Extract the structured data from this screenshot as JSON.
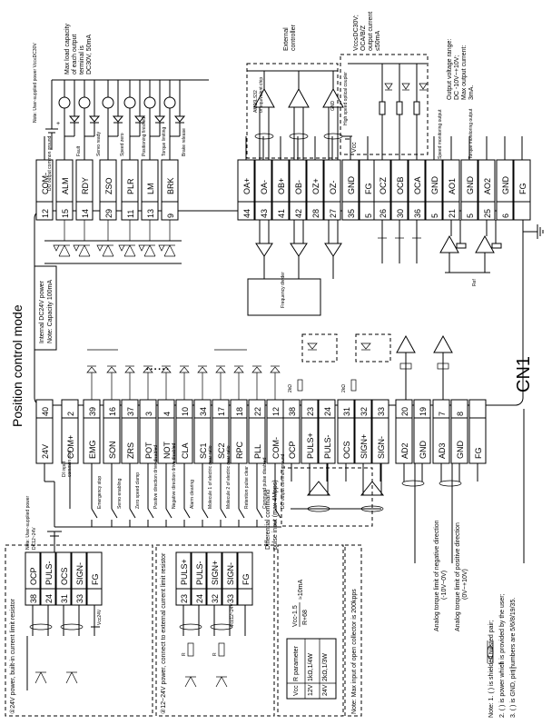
{
  "title": "Position control mode",
  "connector": "CN1",
  "upper_pins": [
    {
      "num": "12",
      "name": "COM-"
    },
    {
      "num": "15",
      "name": "ALM"
    },
    {
      "num": "14",
      "name": "RDY"
    },
    {
      "num": "29",
      "name": "ZSO"
    },
    {
      "num": "11",
      "name": "PLR"
    },
    {
      "num": "13",
      "name": "LM"
    },
    {
      "num": "9",
      "name": "BRK"
    },
    {
      "num": "44",
      "name": "OA+"
    },
    {
      "num": "43",
      "name": "OA-"
    },
    {
      "num": "41",
      "name": "OB+"
    },
    {
      "num": "42",
      "name": "OB-"
    },
    {
      "num": "28",
      "name": "OZ+"
    },
    {
      "num": "27",
      "name": "OZ-"
    },
    {
      "num": "35",
      "name": "GND"
    },
    {
      "num": "5",
      "name": "FG"
    },
    {
      "num": "26",
      "name": "OCZ"
    },
    {
      "num": "30",
      "name": "OCB"
    },
    {
      "num": "36",
      "name": "OCA"
    },
    {
      "num": "5",
      "name": "GND"
    },
    {
      "num": "21",
      "name": "AO1"
    },
    {
      "num": "5",
      "name": "GND"
    },
    {
      "num": "25",
      "name": "AO2"
    },
    {
      "num": "6",
      "name": "GND"
    },
    {
      "num": "",
      "name": "FG"
    }
  ],
  "lower_pins": [
    {
      "num": "40",
      "name": "24V"
    },
    {
      "num": "2",
      "name": "COM+"
    },
    {
      "num": "39",
      "name": "EMG"
    },
    {
      "num": "16",
      "name": "SON"
    },
    {
      "num": "37",
      "name": "ZRS"
    },
    {
      "num": "3",
      "name": "POT"
    },
    {
      "num": "4",
      "name": "NOT"
    },
    {
      "num": "10",
      "name": "CLA"
    },
    {
      "num": "34",
      "name": "SC1"
    },
    {
      "num": "17",
      "name": "SC2"
    },
    {
      "num": "18",
      "name": "RPC"
    },
    {
      "num": "22",
      "name": "PLL"
    },
    {
      "num": "12",
      "name": "COM-"
    },
    {
      "num": "38",
      "name": "OCP"
    },
    {
      "num": "23",
      "name": "PULS+"
    },
    {
      "num": "24",
      "name": "PULS-"
    },
    {
      "num": "31",
      "name": "OCS"
    },
    {
      "num": "32",
      "name": "SIGN+"
    },
    {
      "num": "33",
      "name": "SIGN-"
    },
    {
      "num": "20",
      "name": "AD2"
    },
    {
      "num": "19",
      "name": "GND"
    },
    {
      "num": "7",
      "name": "AD3"
    },
    {
      "num": "8",
      "name": "GND"
    },
    {
      "num": "",
      "name": "FG"
    }
  ],
  "output_labels": [
    "Fault",
    "Servo ready",
    "Speed zero",
    "Positioning finished",
    "Torque limiting",
    "Brake release"
  ],
  "input_labels": [
    "Emergency stop",
    "Servo enabling",
    "Zero speed clamp",
    "Positive direction drive disabled",
    "Negative direction drive disabled",
    "Alarm clearing",
    "Molecule 1 of electric gear ratio",
    "Molecule 2 of electric gear ratio",
    "Retention pulse clear",
    "Command pulse disabled",
    "DO output common ground"
  ],
  "notes": {
    "top_power": "Note: User-supplied power Vcc≤DC30V",
    "do_ground": "DO output common ground",
    "max_load": [
      "Max load capacity",
      "of each output",
      "terminal is",
      "DC30V, 50mA"
    ],
    "external_controller": [
      "External",
      "controller"
    ],
    "chip": [
      "AM26LS32",
      "or equivalent chip"
    ],
    "ocz_note": [
      "Vcc≤DC30V;",
      "OCA/B/Z",
      "output current",
      "≤50mA"
    ],
    "highspeed": "High speed optical coupler",
    "vcc": "Vcc",
    "output_voltage": [
      "Output voltage range:",
      "DC -10V~+10V;",
      "Max output current:",
      "3mA."
    ],
    "speed_mon": "Speed monitoring output",
    "torque_mon": "Torque monitoring output",
    "gnd": "GND",
    "internal_24v": [
      "Internal DC24V power",
      "Note: Capacity 100mA"
    ],
    "freq_div": "Frequency divider",
    "ref": "Ref",
    "di_input": [
      "DI input",
      "common port"
    ],
    "user_power": [
      "Note: User-supplied power",
      "DC12~24V"
    ],
    "diff_pulse": [
      "Differential command",
      "pulse input (max 4Mpps)"
    ],
    "analog_neg": [
      "Analog torque limit of negative direction",
      "(-10V~0V)"
    ],
    "analog_pos": [
      "Analog torque limit of positive direction",
      "(0V~+10V)"
    ],
    "bottom_notes": [
      "Note: 1. (    ) is shielded twisted pair;",
      "2. (    ) is power which is provided by the user;",
      "3. (    ) is GND, pin numbers are 5/6/8/19/35."
    ],
    "r_2k": "2kΩ",
    "dots": "......"
  },
  "box1": {
    "title": "①24V power, built-in current limit resistor",
    "pins": [
      {
        "name": "OCP",
        "num": "38"
      },
      {
        "name": "PULS-",
        "num": "24"
      },
      {
        "name": "OCS",
        "num": "31"
      },
      {
        "name": "SIGN-",
        "num": "33"
      },
      {
        "name": "FG",
        "num": ""
      }
    ],
    "vcc": "Vcc24V"
  },
  "box2": {
    "title": "②12~24V power, connect to external current limit resistor",
    "pins": [
      {
        "name": "PULS+",
        "num": "23"
      },
      {
        "name": "PULS-",
        "num": "24"
      },
      {
        "name": "SIGN+",
        "num": "32"
      },
      {
        "name": "SIGN-",
        "num": "33"
      },
      {
        "name": "FG",
        "num": ""
      }
    ],
    "vcc": "Vcc12~24V",
    "r": "R"
  },
  "box3": {
    "formula": [
      "Vcc-1.5",
      "R+68"
    ],
    "formula_rhs": "≈10mA",
    "table_header": [
      "Vcc",
      "R parameter"
    ],
    "table_rows": [
      [
        "12V",
        "1kΩ,1/4W"
      ],
      [
        "24V",
        "2kΩ,1/3W"
      ]
    ]
  },
  "box4": "Note: Max input of open collector is 200kpps"
}
